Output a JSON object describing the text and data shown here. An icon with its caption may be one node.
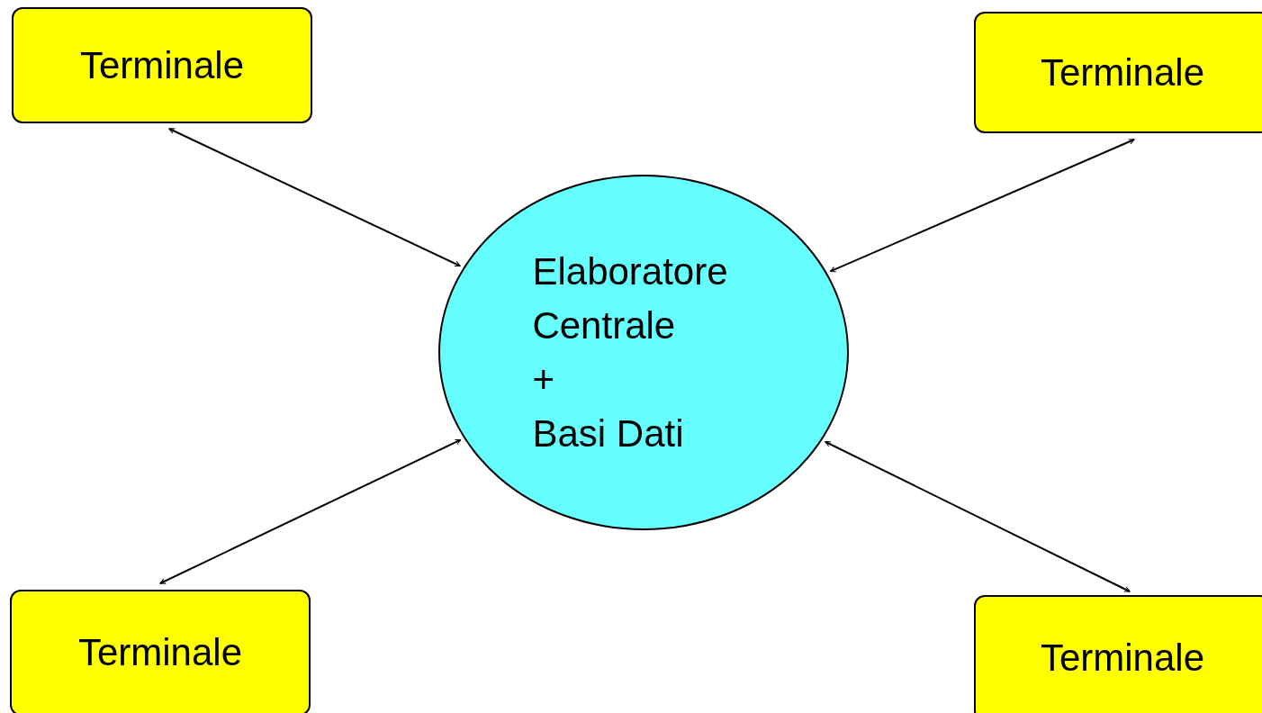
{
  "diagram": {
    "nodes": [
      {
        "text": [
          "Terminale"
        ]
      },
      {
        "text": [
          "Terminale"
        ]
      },
      {
        "text": [
          "Elaboratore Centrale",
          "+",
          "Basi Dati"
        ]
      },
      {
        "text": [
          "Terminale"
        ]
      },
      {
        "text": [
          "Terminale"
        ]
      }
    ],
    "edges": [
      {
        "from": 0,
        "to": 2,
        "arrow": "both"
      },
      {
        "from": 1,
        "to": 2,
        "arrow": "both"
      },
      {
        "from": 3,
        "to": 2,
        "arrow": "both"
      },
      {
        "from": 4,
        "to": 2,
        "arrow": "both"
      }
    ]
  }
}
